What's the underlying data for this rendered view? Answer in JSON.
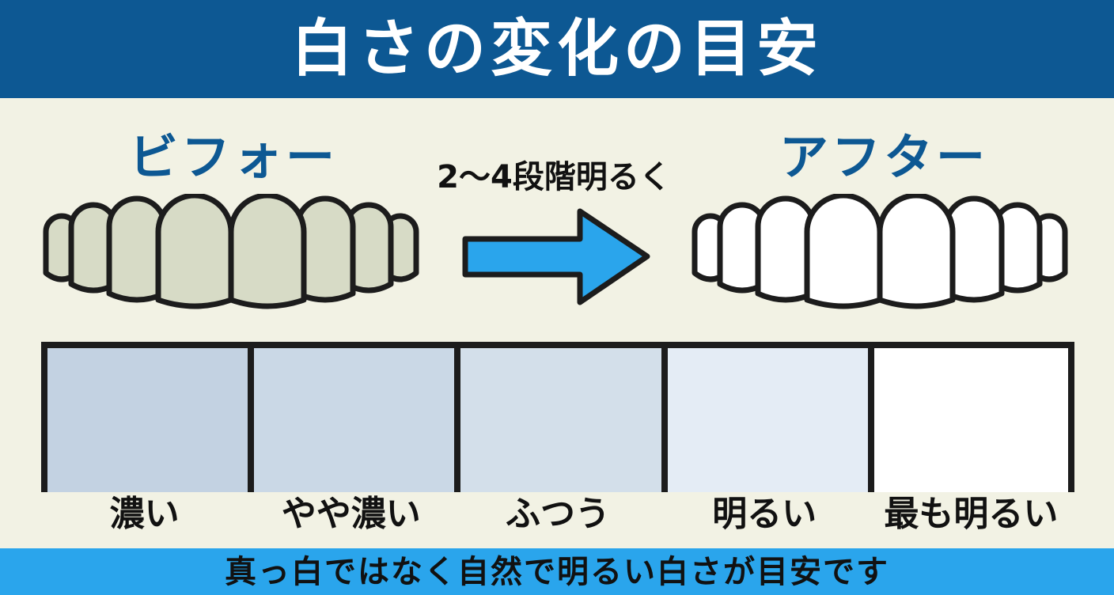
{
  "header": {
    "title": "白さの変化の目安"
  },
  "before": {
    "label": "ビフォー",
    "tooth_color": "#d7dbc6"
  },
  "after": {
    "label": "アフター",
    "tooth_color": "#ffffff"
  },
  "transition": {
    "text": "2〜4段階明るく",
    "arrow_color": "#2aa5ec"
  },
  "scale": {
    "swatches": [
      {
        "label": "濃い",
        "color": "#c3d2e2"
      },
      {
        "label": "やや濃い",
        "color": "#cad8e6"
      },
      {
        "label": "ふつう",
        "color": "#d3dfea"
      },
      {
        "label": "明るい",
        "color": "#e4ecf5"
      },
      {
        "label": "最も明るい",
        "color": "#ffffff"
      }
    ]
  },
  "footer": {
    "text": "真っ白ではなく自然で明るい白さが目安です"
  },
  "colors": {
    "header_bg": "#0d5893",
    "footer_bg": "#2aa5ec",
    "page_bg": "#f2f2e4",
    "outline": "#1c1c1c"
  }
}
